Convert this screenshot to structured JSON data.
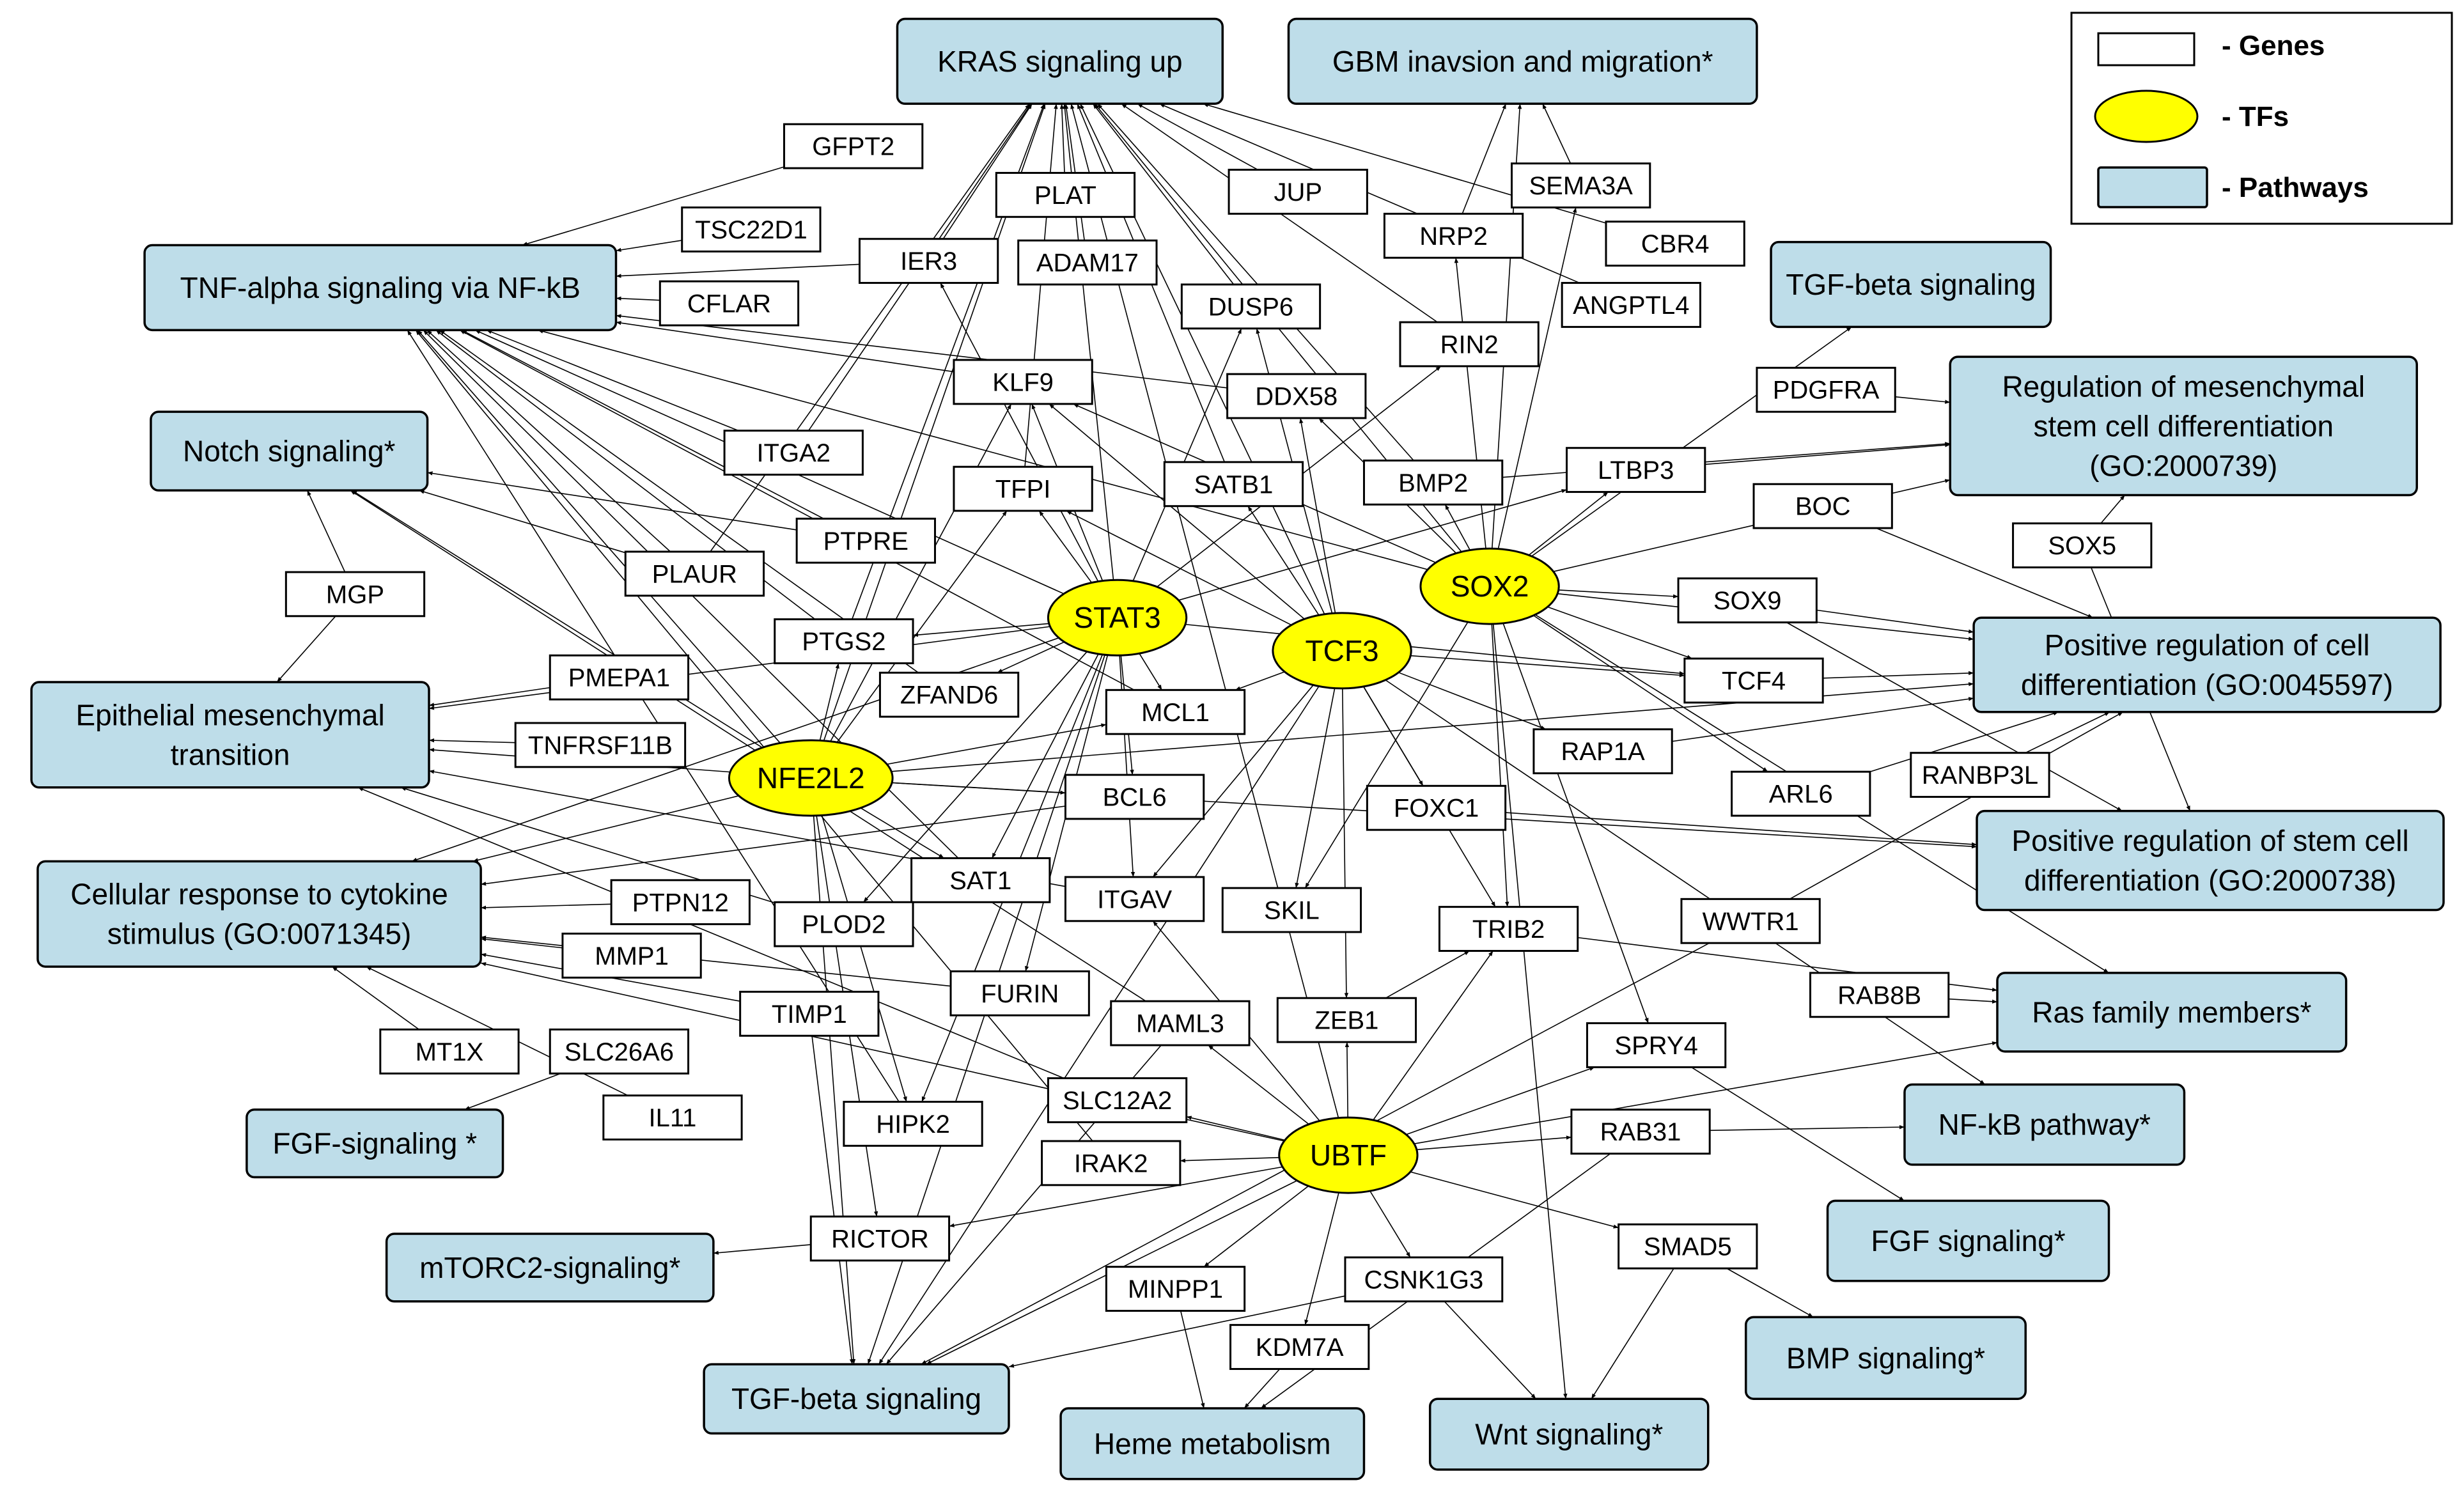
{
  "colors": {
    "gene_fill": "#ffffff",
    "tf_fill": "#ffff00",
    "pathway_fill": "#bedde9",
    "edge": "#000000"
  },
  "legend": {
    "genes": "- Genes",
    "tfs": "- TFs",
    "pathways": "- Pathways"
  },
  "tfs": [
    {
      "id": "stat3",
      "label": "STAT3"
    },
    {
      "id": "tcf3",
      "label": "TCF3"
    },
    {
      "id": "sox2",
      "label": "SOX2"
    },
    {
      "id": "nfe2l2",
      "label": "NFE2L2"
    },
    {
      "id": "ubtf",
      "label": "UBTF"
    }
  ],
  "genes": [
    {
      "id": "gfpt2",
      "label": "GFPT2"
    },
    {
      "id": "tsc22d1",
      "label": "TSC22D1"
    },
    {
      "id": "plat",
      "label": "PLAT"
    },
    {
      "id": "ier3",
      "label": "IER3"
    },
    {
      "id": "adam17",
      "label": "ADAM17"
    },
    {
      "id": "cflar",
      "label": "CFLAR"
    },
    {
      "id": "jup",
      "label": "JUP"
    },
    {
      "id": "sema3a",
      "label": "SEMA3A"
    },
    {
      "id": "nrp2",
      "label": "NRP2"
    },
    {
      "id": "cbr4",
      "label": "CBR4"
    },
    {
      "id": "dusp6",
      "label": "DUSP6"
    },
    {
      "id": "angptl4",
      "label": "ANGPTL4"
    },
    {
      "id": "rin2",
      "label": "RIN2"
    },
    {
      "id": "klf9",
      "label": "KLF9"
    },
    {
      "id": "ddx58",
      "label": "DDX58"
    },
    {
      "id": "pdgfra",
      "label": "PDGFRA"
    },
    {
      "id": "itga2",
      "label": "ITGA2"
    },
    {
      "id": "satb1",
      "label": "SATB1"
    },
    {
      "id": "bmp2",
      "label": "BMP2"
    },
    {
      "id": "ltbp3",
      "label": "LTBP3"
    },
    {
      "id": "tfpi",
      "label": "TFPI"
    },
    {
      "id": "boc",
      "label": "BOC"
    },
    {
      "id": "ptpre",
      "label": "PTPRE"
    },
    {
      "id": "sox5",
      "label": "SOX5"
    },
    {
      "id": "mgp",
      "label": "MGP"
    },
    {
      "id": "plaur",
      "label": "PLAUR"
    },
    {
      "id": "sox9",
      "label": "SOX9"
    },
    {
      "id": "ptgs2",
      "label": "PTGS2"
    },
    {
      "id": "pmepa1",
      "label": "PMEPA1"
    },
    {
      "id": "tcf4",
      "label": "TCF4"
    },
    {
      "id": "zfand6",
      "label": "ZFAND6"
    },
    {
      "id": "mcl1",
      "label": "MCL1"
    },
    {
      "id": "tnfrsf11b",
      "label": "TNFRSF11B"
    },
    {
      "id": "rap1a",
      "label": "RAP1A"
    },
    {
      "id": "bcl6",
      "label": "BCL6"
    },
    {
      "id": "arl6",
      "label": "ARL6"
    },
    {
      "id": "ranbp3l",
      "label": "RANBP3L"
    },
    {
      "id": "foxc1",
      "label": "FOXC1"
    },
    {
      "id": "sat1",
      "label": "SAT1"
    },
    {
      "id": "ptpn12",
      "label": "PTPN12"
    },
    {
      "id": "itgav",
      "label": "ITGAV"
    },
    {
      "id": "skil",
      "label": "SKIL"
    },
    {
      "id": "plod2",
      "label": "PLOD2"
    },
    {
      "id": "trib2",
      "label": "TRIB2"
    },
    {
      "id": "wwtr1",
      "label": "WWTR1"
    },
    {
      "id": "mmp1",
      "label": "MMP1"
    },
    {
      "id": "furin",
      "label": "FURIN"
    },
    {
      "id": "rab8b",
      "label": "RAB8B"
    },
    {
      "id": "timp1",
      "label": "TIMP1"
    },
    {
      "id": "maml3",
      "label": "MAML3"
    },
    {
      "id": "zeb1",
      "label": "ZEB1"
    },
    {
      "id": "mt1x",
      "label": "MT1X"
    },
    {
      "id": "slc26a6",
      "label": "SLC26A6"
    },
    {
      "id": "spry4",
      "label": "SPRY4"
    },
    {
      "id": "il11",
      "label": "IL11"
    },
    {
      "id": "slc12a2",
      "label": "SLC12A2"
    },
    {
      "id": "hipk2",
      "label": "HIPK2"
    },
    {
      "id": "rab31",
      "label": "RAB31"
    },
    {
      "id": "irak2",
      "label": "IRAK2"
    },
    {
      "id": "rictor",
      "label": "RICTOR"
    },
    {
      "id": "smad5",
      "label": "SMAD5"
    },
    {
      "id": "minpp1",
      "label": "MINPP1"
    },
    {
      "id": "csnk1g3",
      "label": "CSNK1G3"
    },
    {
      "id": "kdm7a",
      "label": "KDM7A"
    }
  ],
  "pathways": [
    {
      "id": "kras",
      "lines": [
        "KRAS signaling up"
      ]
    },
    {
      "id": "gbm",
      "lines": [
        "GBM inavsion and migration*"
      ]
    },
    {
      "id": "tnf",
      "lines": [
        "TNF-alpha signaling via NF-kB"
      ]
    },
    {
      "id": "tgfb_top",
      "lines": [
        "TGF-beta signaling"
      ]
    },
    {
      "id": "mesen_diff",
      "lines": [
        "Regulation of mesenchymal",
        "stem cell differentiation",
        "(GO:2000739)"
      ]
    },
    {
      "id": "notch",
      "lines": [
        "Notch signaling*"
      ]
    },
    {
      "id": "pos_cell_diff",
      "lines": [
        "Positive regulation of cell",
        "differentiation (GO:0045597)"
      ]
    },
    {
      "id": "emt",
      "lines": [
        "Epithelial mesenchymal",
        "transition"
      ]
    },
    {
      "id": "pos_stem_diff",
      "lines": [
        "Positive regulation of stem cell",
        "differentiation (GO:2000738)"
      ]
    },
    {
      "id": "cytokine",
      "lines": [
        "Cellular response to cytokine",
        "stimulus (GO:0071345)"
      ]
    },
    {
      "id": "ras",
      "lines": [
        "Ras family members*"
      ]
    },
    {
      "id": "nfkb",
      "lines": [
        "NF-kB pathway*"
      ]
    },
    {
      "id": "fgf_left",
      "lines": [
        "FGF-signaling *"
      ]
    },
    {
      "id": "fgf_right",
      "lines": [
        "FGF signaling*"
      ]
    },
    {
      "id": "mtorc2",
      "lines": [
        "mTORC2-signaling*"
      ]
    },
    {
      "id": "bmp",
      "lines": [
        "BMP signaling*"
      ]
    },
    {
      "id": "tgfb_bottom",
      "lines": [
        "TGF-beta signaling"
      ]
    },
    {
      "id": "heme",
      "lines": [
        "Heme metabolism"
      ]
    },
    {
      "id": "wnt",
      "lines": [
        "Wnt signaling*"
      ]
    }
  ],
  "edges": [
    [
      "stat3",
      "kras"
    ],
    [
      "stat3",
      "tnf"
    ],
    [
      "stat3",
      "klf9"
    ],
    [
      "stat3",
      "tfpi"
    ],
    [
      "stat3",
      "ptgs2"
    ],
    [
      "stat3",
      "mcl1"
    ],
    [
      "stat3",
      "bcl6"
    ],
    [
      "stat3",
      "zfand6"
    ],
    [
      "stat3",
      "itgav"
    ],
    [
      "stat3",
      "sat1"
    ],
    [
      "stat3",
      "plod2"
    ],
    [
      "stat3",
      "furin"
    ],
    [
      "stat3",
      "hipk2"
    ],
    [
      "stat3",
      "tgfb_bottom"
    ],
    [
      "stat3",
      "cytokine"
    ],
    [
      "stat3",
      "emt"
    ],
    [
      "stat3",
      "rin2"
    ],
    [
      "stat3",
      "ltbp3"
    ],
    [
      "stat3",
      "tcf4"
    ],
    [
      "stat3",
      "ier3"
    ],
    [
      "stat3",
      "dusp6"
    ],
    [
      "tcf3",
      "kras"
    ],
    [
      "tcf3",
      "dusp6"
    ],
    [
      "tcf3",
      "ddx58"
    ],
    [
      "tcf3",
      "satb1"
    ],
    [
      "tcf3",
      "tfpi"
    ],
    [
      "tcf3",
      "mcl1"
    ],
    [
      "tcf3",
      "itgav"
    ],
    [
      "tcf3",
      "skil"
    ],
    [
      "tcf3",
      "zeb1"
    ],
    [
      "tcf3",
      "trib2"
    ],
    [
      "tcf3",
      "rap1a"
    ],
    [
      "tcf3",
      "tcf4"
    ],
    [
      "tcf3",
      "foxc1"
    ],
    [
      "tcf3",
      "nfkb"
    ],
    [
      "tcf3",
      "tgfb_bottom"
    ],
    [
      "tcf3",
      "klf9"
    ],
    [
      "sox2",
      "gbm"
    ],
    [
      "sox2",
      "nrp2"
    ],
    [
      "sox2",
      "sema3a"
    ],
    [
      "sox2",
      "kras"
    ],
    [
      "sox2",
      "tnf"
    ],
    [
      "sox2",
      "bmp2"
    ],
    [
      "sox2",
      "ltbp3"
    ],
    [
      "sox2",
      "sox9"
    ],
    [
      "sox2",
      "tcf4"
    ],
    [
      "sox2",
      "arl6"
    ],
    [
      "sox2",
      "spry4"
    ],
    [
      "sox2",
      "trib2"
    ],
    [
      "sox2",
      "wnt"
    ],
    [
      "sox2",
      "skil"
    ],
    [
      "sox2",
      "mesen_diff"
    ],
    [
      "sox2",
      "pos_cell_diff"
    ],
    [
      "sox2",
      "ras"
    ],
    [
      "sox2",
      "tgfb_top"
    ],
    [
      "sox2",
      "klf9"
    ],
    [
      "sox2",
      "ddx58"
    ],
    [
      "nfe2l2",
      "kras"
    ],
    [
      "nfe2l2",
      "tnf"
    ],
    [
      "nfe2l2",
      "notch"
    ],
    [
      "nfe2l2",
      "emt"
    ],
    [
      "nfe2l2",
      "cytokine"
    ],
    [
      "nfe2l2",
      "bcl6"
    ],
    [
      "nfe2l2",
      "mcl1"
    ],
    [
      "nfe2l2",
      "klf9"
    ],
    [
      "nfe2l2",
      "ptgs2"
    ],
    [
      "nfe2l2",
      "tfpi"
    ],
    [
      "nfe2l2",
      "hipk2"
    ],
    [
      "nfe2l2",
      "rictor"
    ],
    [
      "nfe2l2",
      "pos_cell_diff"
    ],
    [
      "nfe2l2",
      "sat1"
    ],
    [
      "nfe2l2",
      "tgfb_bottom"
    ],
    [
      "nfe2l2",
      "pos_stem_diff"
    ],
    [
      "ubtf",
      "zeb1"
    ],
    [
      "ubtf",
      "maml3"
    ],
    [
      "ubtf",
      "slc12a2"
    ],
    [
      "ubtf",
      "irak2"
    ],
    [
      "ubtf",
      "rictor"
    ],
    [
      "ubtf",
      "minpp1"
    ],
    [
      "ubtf",
      "kdm7a"
    ],
    [
      "ubtf",
      "csnk1g3"
    ],
    [
      "ubtf",
      "smad5"
    ],
    [
      "ubtf",
      "rab31"
    ],
    [
      "ubtf",
      "spry4"
    ],
    [
      "ubtf",
      "trib2"
    ],
    [
      "ubtf",
      "ras"
    ],
    [
      "ubtf",
      "kras"
    ],
    [
      "ubtf",
      "itgav"
    ],
    [
      "ubtf",
      "tgfb_bottom"
    ],
    [
      "ubtf",
      "cytokine"
    ],
    [
      "gfpt2",
      "tnf"
    ],
    [
      "tsc22d1",
      "tnf"
    ],
    [
      "plat",
      "kras"
    ],
    [
      "ier3",
      "kras"
    ],
    [
      "ier3",
      "tnf"
    ],
    [
      "adam17",
      "kras"
    ],
    [
      "cflar",
      "tnf"
    ],
    [
      "jup",
      "kras"
    ],
    [
      "sema3a",
      "gbm"
    ],
    [
      "nrp2",
      "gbm"
    ],
    [
      "cbr4",
      "kras"
    ],
    [
      "dusp6",
      "kras"
    ],
    [
      "angptl4",
      "kras"
    ],
    [
      "rin2",
      "kras"
    ],
    [
      "klf9",
      "tnf"
    ],
    [
      "ddx58",
      "tnf"
    ],
    [
      "pdgfra",
      "mesen_diff"
    ],
    [
      "itga2",
      "tnf"
    ],
    [
      "itga2",
      "kras"
    ],
    [
      "satb1",
      "kras"
    ],
    [
      "bmp2",
      "kras"
    ],
    [
      "bmp2",
      "mesen_diff"
    ],
    [
      "ltbp3",
      "mesen_diff"
    ],
    [
      "tfpi",
      "kras"
    ],
    [
      "boc",
      "pos_cell_diff"
    ],
    [
      "ptpre",
      "tnf"
    ],
    [
      "ptpre",
      "notch"
    ],
    [
      "sox5",
      "mesen_diff"
    ],
    [
      "sox5",
      "pos_stem_diff"
    ],
    [
      "mgp",
      "notch"
    ],
    [
      "mgp",
      "emt"
    ],
    [
      "plaur",
      "kras"
    ],
    [
      "plaur",
      "tnf"
    ],
    [
      "plaur",
      "notch"
    ],
    [
      "sox9",
      "pos_cell_diff"
    ],
    [
      "sox9",
      "pos_stem_diff"
    ],
    [
      "ptgs2",
      "kras"
    ],
    [
      "ptgs2",
      "tnf"
    ],
    [
      "pmepa1",
      "emt"
    ],
    [
      "tcf4",
      "pos_cell_diff"
    ],
    [
      "zfand6",
      "tnf"
    ],
    [
      "mcl1",
      "tnf"
    ],
    [
      "tnfrsf11b",
      "emt"
    ],
    [
      "rap1a",
      "pos_cell_diff"
    ],
    [
      "bcl6",
      "cytokine"
    ],
    [
      "arl6",
      "pos_cell_diff"
    ],
    [
      "ranbp3l",
      "pos_cell_diff"
    ],
    [
      "foxc1",
      "pos_stem_diff"
    ],
    [
      "sat1",
      "tnf"
    ],
    [
      "ptpn12",
      "cytokine"
    ],
    [
      "itgav",
      "emt"
    ],
    [
      "plod2",
      "emt"
    ],
    [
      "trib2",
      "ras"
    ],
    [
      "wwtr1",
      "pos_cell_diff"
    ],
    [
      "mmp1",
      "cytokine"
    ],
    [
      "furin",
      "cytokine"
    ],
    [
      "rab8b",
      "ras"
    ],
    [
      "timp1",
      "cytokine"
    ],
    [
      "maml3",
      "notch"
    ],
    [
      "zeb1",
      "trib2"
    ],
    [
      "mt1x",
      "cytokine"
    ],
    [
      "slc26a6",
      "fgf_left"
    ],
    [
      "spry4",
      "fgf_right"
    ],
    [
      "il11",
      "cytokine"
    ],
    [
      "slc12a2",
      "emt"
    ],
    [
      "hipk2",
      "tnf"
    ],
    [
      "rab31",
      "nfkb"
    ],
    [
      "irak2",
      "tnf"
    ],
    [
      "rictor",
      "mtorc2"
    ],
    [
      "smad5",
      "bmp"
    ],
    [
      "smad5",
      "wnt"
    ],
    [
      "minpp1",
      "heme"
    ],
    [
      "csnk1g3",
      "wnt"
    ],
    [
      "kdm7a",
      "heme"
    ],
    [
      "rab31",
      "heme"
    ],
    [
      "csnk1g3",
      "tgfb_bottom"
    ],
    [
      "wwtr1",
      "tgfb_bottom"
    ],
    [
      "timp1",
      "tgfb_bottom"
    ],
    [
      "maml3",
      "tgfb_bottom"
    ]
  ]
}
